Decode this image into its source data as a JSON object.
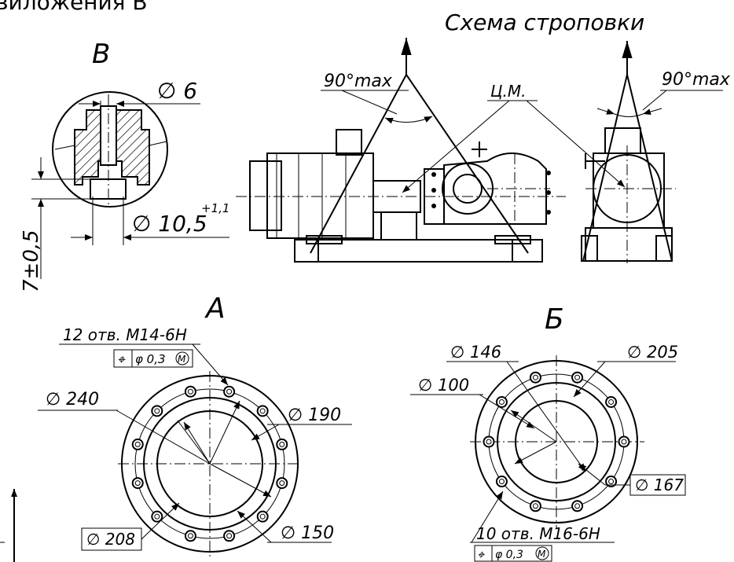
{
  "header": {
    "cut_text": "виложения В"
  },
  "sling_diagram": {
    "title": "Схема строповки",
    "angle_left": "90°max",
    "angle_right": "90°max",
    "center_of_mass": "Ц.М."
  },
  "view_v": {
    "title": "В",
    "dim_hole": "∅ 6",
    "dim_outer_main": "∅ 10,5",
    "dim_outer_tol": "+1,1",
    "dim_depth": "7±0,5"
  },
  "view_a": {
    "title": "А",
    "holes_note": "12 отв. М14-6Н",
    "tolerance_symbol": "⌖",
    "tolerance_value": "φ 0,3",
    "tolerance_modifier": "M",
    "dim_outer": "∅ 240",
    "dim_bolt_circle": "∅ 190",
    "dim_boxed": "∅ 208",
    "dim_inner": "∅ 150",
    "hole_count": 12
  },
  "view_b": {
    "title": "Б",
    "dim_146": "∅ 146",
    "dim_205": "∅ 205",
    "dim_100": "∅ 100",
    "dim_boxed": "∅ 167",
    "holes_note": "10 отв. М16-6Н",
    "tolerance_symbol": "⌖",
    "tolerance_value": "φ 0,3",
    "tolerance_modifier": "M",
    "hole_count": 10
  },
  "colors": {
    "ink": "#000000",
    "paper": "#ffffff"
  }
}
